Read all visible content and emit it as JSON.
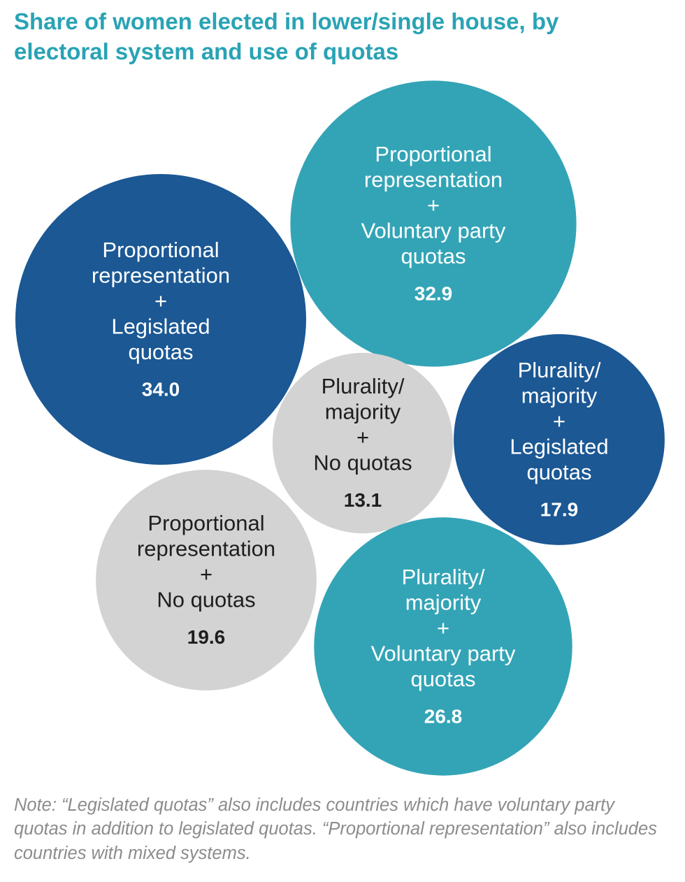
{
  "title": "Share of women elected in lower/single house, by electoral system and use of quotas",
  "colors": {
    "legislated": "#1b5894",
    "voluntary": "#33a4b6",
    "none": "#d3d3d3",
    "text_light": "#ffffff",
    "text_dark": "#1e1e1e",
    "title": "#29a3b5",
    "note": "#8c8c8c"
  },
  "chart_data": {
    "type": "bubble",
    "title": "Share of women elected in lower/single house, by electoral system and use of quotas",
    "series": [
      {
        "name": "Proportional representation + Legislated quotas",
        "label_lines": [
          "Proportional",
          "representation",
          "+",
          "Legislated",
          "quotas"
        ],
        "value": 34.0,
        "value_label": "34.0",
        "category": "legislated"
      },
      {
        "name": "Proportional representation + Voluntary party quotas",
        "label_lines": [
          "Proportional",
          "representation",
          "+",
          "Voluntary party",
          "quotas"
        ],
        "value": 32.9,
        "value_label": "32.9",
        "category": "voluntary"
      },
      {
        "name": "Plurality/majority + No quotas",
        "label_lines": [
          "Plurality/",
          "majority",
          "+",
          "No quotas"
        ],
        "value": 13.1,
        "value_label": "13.1",
        "category": "none"
      },
      {
        "name": "Plurality/majority + Legislated quotas",
        "label_lines": [
          "Plurality/",
          "majority",
          "+",
          "Legislated",
          "quotas"
        ],
        "value": 17.9,
        "value_label": "17.9",
        "category": "legislated"
      },
      {
        "name": "Proportional representation + No quotas",
        "label_lines": [
          "Proportional",
          "representation",
          "+",
          "No quotas"
        ],
        "value": 19.6,
        "value_label": "19.6",
        "category": "none"
      },
      {
        "name": "Plurality/majority + Voluntary party quotas",
        "label_lines": [
          "Plurality/",
          "majority",
          "+",
          "Voluntary party",
          "quotas"
        ],
        "value": 26.8,
        "value_label": "26.8",
        "category": "voluntary"
      }
    ]
  },
  "note": "Note: “Legislated quotas” also includes countries which have voluntary party quotas in addition to legislated quotas. “Proportional representation” also includes countries with mixed systems."
}
